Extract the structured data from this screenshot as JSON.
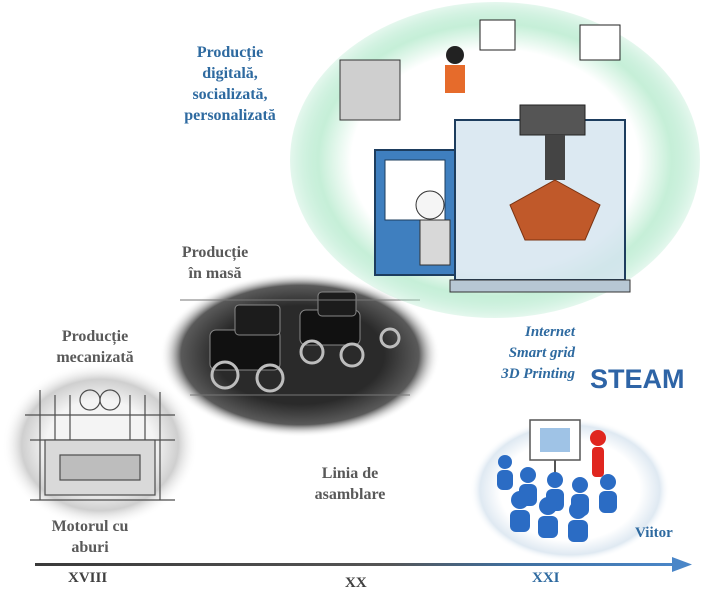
{
  "stages": {
    "mechanized": {
      "title": "Producție\nmecanizată",
      "caption": "Motorul cu\naburi"
    },
    "mass": {
      "title": "Producție\nîn masă",
      "caption": "Linia de\nasamblare"
    },
    "digital": {
      "title": "Producție\ndigitală,\nsocializată,\npersonalizată",
      "technologies": "Internet\nSmart grid\n3D Printing"
    },
    "future": {
      "title": "STEAM",
      "arrow_label": "Viitor"
    }
  },
  "timeline": {
    "eras": [
      "XVIII",
      "XX",
      "XXI"
    ]
  },
  "colors": {
    "accent_blue": "#2e6aa0",
    "text_gray": "#595959",
    "arrow_left": "#404040",
    "arrow_right": "#4a86c8",
    "oval_green": "#b5ecd0"
  }
}
